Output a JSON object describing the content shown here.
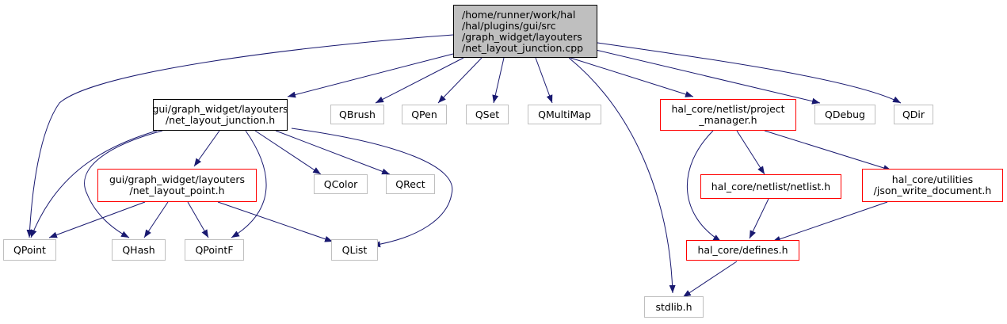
{
  "colors": {
    "edge": "#191970",
    "root_fill": "#bfbfbf",
    "missing_border": "#bfbfbf",
    "internal_border": "#ff0000",
    "normal_border": "#000000"
  },
  "nodes": {
    "root": [
      "/home/runner/work/hal",
      "/hal/plugins/gui/src",
      "/graph_widget/layouters",
      "/net_layout_junction.cpp"
    ],
    "junction_h": [
      "gui/graph_widget/layouters",
      "/net_layout_junction.h"
    ],
    "point_h": [
      "gui/graph_widget/layouters",
      "/net_layout_point.h"
    ],
    "qbrush": [
      "QBrush"
    ],
    "qpen": [
      "QPen"
    ],
    "qset": [
      "QSet"
    ],
    "qmultimap": [
      "QMultiMap"
    ],
    "project_manager_h": [
      "hal_core/netlist/project",
      "_manager.h"
    ],
    "qdebug": [
      "QDebug"
    ],
    "qdir": [
      "QDir"
    ],
    "qcolor": [
      "QColor"
    ],
    "qrect": [
      "QRect"
    ],
    "netlist_h": [
      "hal_core/netlist/netlist.h"
    ],
    "json_write_document_h": [
      "hal_core/utilities",
      "/json_write_document.h"
    ],
    "qpoint": [
      "QPoint"
    ],
    "qhash": [
      "QHash"
    ],
    "qpointf": [
      "QPointF"
    ],
    "qlist": [
      "QList"
    ],
    "defines_h": [
      "hal_core/defines.h"
    ],
    "stdlib_h": [
      "stdlib.h"
    ]
  }
}
